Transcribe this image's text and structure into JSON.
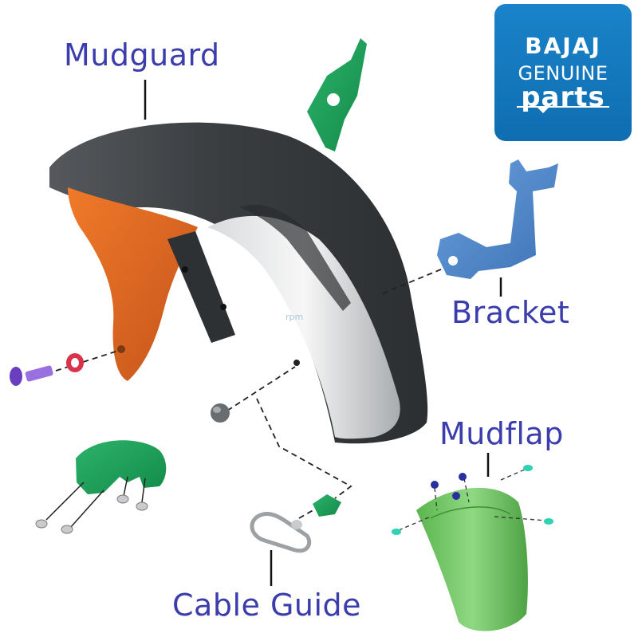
{
  "labels": {
    "mudguard": "Mudguard",
    "bracket": "Bracket",
    "mudflap": "Mudflap",
    "cable_guide": "Cable Guide"
  },
  "logo": {
    "brand": "BAJAJ",
    "line1": "GENUINE",
    "line2": "parts"
  },
  "watermark": "rpm",
  "colors": {
    "label_text": "#3b3dad",
    "logo_bg": "#1373bb",
    "mudguard_dark": "#3c3f42",
    "mudguard_orange": "#e06a1e",
    "bracket_blue": "#4f86c9",
    "part_green": "#1f9e5a",
    "mudflap_green": "#76c96a",
    "bolt_purple": "#7b4fc9",
    "washer_red": "#d8334a"
  }
}
